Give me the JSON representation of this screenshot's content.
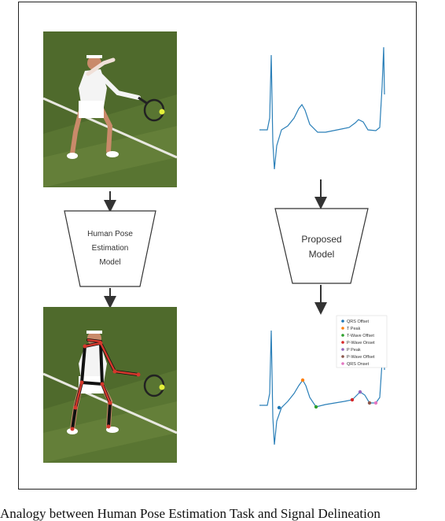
{
  "left_model": {
    "lines": [
      "Human Pose",
      "Estimation",
      "Model"
    ]
  },
  "right_model": {
    "lines": [
      "Proposed",
      "Model"
    ]
  },
  "legend": [
    {
      "label": "QRS Offset",
      "color": "#1f77b4"
    },
    {
      "label": "T Peak",
      "color": "#ff7f0e"
    },
    {
      "label": "T-Wave Offset",
      "color": "#2ca02c"
    },
    {
      "label": "P-Wave Onset",
      "color": "#d62728"
    },
    {
      "label": "P Peak",
      "color": "#9467bd"
    },
    {
      "label": "P-Wave Offset",
      "color": "#8c564b"
    },
    {
      "label": "QRS Onset",
      "color": "#e377c2"
    }
  ],
  "caption": "Analogy between Human Pose Estimation Task and Signal Delineation"
}
